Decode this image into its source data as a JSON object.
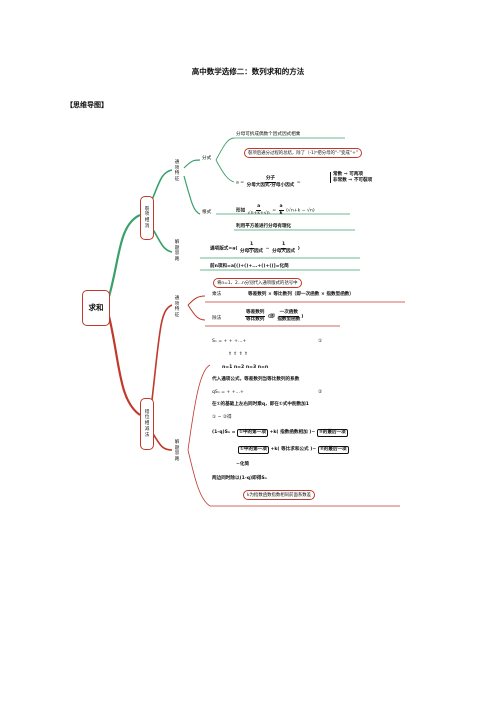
{
  "doc": {
    "title": "高中数学选修二：数列求和的方法",
    "section": "【思维导图】"
  },
  "root": "求和",
  "branch1": {
    "label": "裂项相消",
    "tongxiang": "通项特征",
    "jieti": "解题思路",
    "fenshi": "分式",
    "genshi": "根式",
    "fenshi_top": "分母可拆成偶数个因式因式相乘",
    "fenshi_note": "裂项后通分过程的总结，除了（-1)ⁿ把分母的“-”变成“+”",
    "fenshi_a": "a =",
    "fenshi_num": "分子",
    "fenshi_den": "分母大因式·分母小因式",
    "fenshi_eq": "=",
    "changshu": "常数 ⇒ 可两项",
    "feichangshu": "非常数 ⇒ 不可裂项",
    "genshi_xingru": "形如",
    "genshi_a": "a",
    "genshi_den": "√n+k+√n",
    "genshi_eq": "=",
    "genshi_ak": "a",
    "genshi_k": "k",
    "genshi_rest": "(√n+k − √n)",
    "genshi_note": "利用平方差进行分母有理化",
    "jieti_formula1": "通项版式=a(",
    "jieti_frac1_n": "1",
    "jieti_frac1_d": "分母小因式",
    "jieti_minus": "−",
    "jieti_frac2_n": "1",
    "jieti_frac2_d": "分母大因式",
    "jieti_close": ")",
    "jieti_formula2": "前n项和=a[()+()+...+()+()]=化简",
    "jieti_note": "将n=1、2...n分别代入通项版式的括号中"
  },
  "branch2": {
    "label": "错位相减法",
    "tongxiang": "通项特征",
    "jieti": "解题思路",
    "chengfa": "乘法",
    "chengfa_text": "等差数列 × 等比数列（即一次函数 × 指数型函数）",
    "chufa": "除法",
    "chufa_num": "等差数列",
    "chufa_den": "等比数列",
    "chufa_ji": "即",
    "chufa_num2": "一次函数",
    "chufa_den2": "指数型函数",
    "step_sn": "Sₙ =   +    +    +...+",
    "step_sn_num": "①",
    "step_arrows": "⇑    ⇑    ⇑       ⇑",
    "step_ns": "n=1   n=2   n=3      n=n",
    "step_daitong": "代入通项公式，等差数列当等比数列的系数",
    "step_qsn": "qSₙ =    +    +...+",
    "step_qsn_num": "②",
    "step_cuowei": "在①的基础上左右同时乘q，即在①式中削数加1",
    "step_12": "① − ②得",
    "step_1q": "(1-q)Sₙ =",
    "step_b1": "①中的第一项",
    "step_k1": "+k( 指数函数相加 )−",
    "step_b2": "②的最后一项",
    "step_b3": "①中的第一项",
    "step_k2": "+k( 等比求和公式 )−",
    "step_b4": "②的最后一项",
    "step_simplify": "−化简",
    "step_final": "两边同时除以(1-q)即得Sₙ",
    "k_note": "k为指数函数指数相同前面系数差"
  }
}
